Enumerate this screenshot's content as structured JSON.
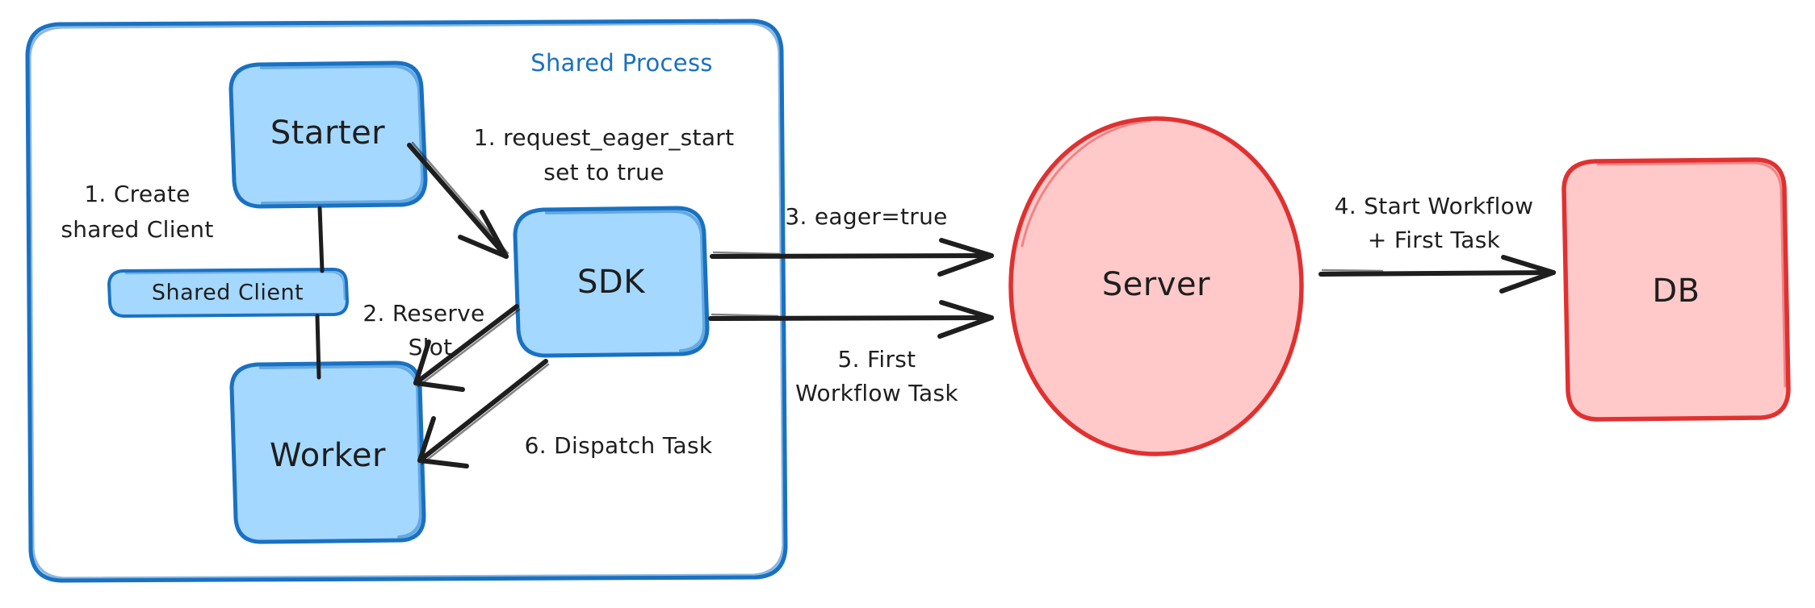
{
  "diagram": {
    "title": "Eager Workflow Start sequence",
    "colors": {
      "blue_fill": "#a5d8ff",
      "blue_stroke": "#1971c2",
      "red_fill": "#ffc9c9",
      "red_stroke": "#e03131",
      "ink": "#1e1e1e",
      "background": "#ffffff"
    },
    "group": {
      "label": "Shared Process"
    },
    "nodes": {
      "starter": "Starter",
      "shared_client": "Shared Client",
      "worker": "Worker",
      "sdk": "SDK",
      "server": "Server",
      "db": "DB"
    },
    "edge_labels": {
      "create_shared_client_line1": "1. Create",
      "create_shared_client_line2": "shared Client",
      "request_eager_start_line1": "1. request_eager_start",
      "request_eager_start_line2": "set to true",
      "reserve_slot_line1": "2. Reserve",
      "reserve_slot_line2": "Slot",
      "eager_true": "3. eager=true",
      "start_workflow_line1": "4. Start Workflow",
      "start_workflow_line2": "+ First Task",
      "first_workflow_task_line1": "5. First",
      "first_workflow_task_line2": "Workflow Task",
      "dispatch_task": "6. Dispatch Task"
    }
  }
}
